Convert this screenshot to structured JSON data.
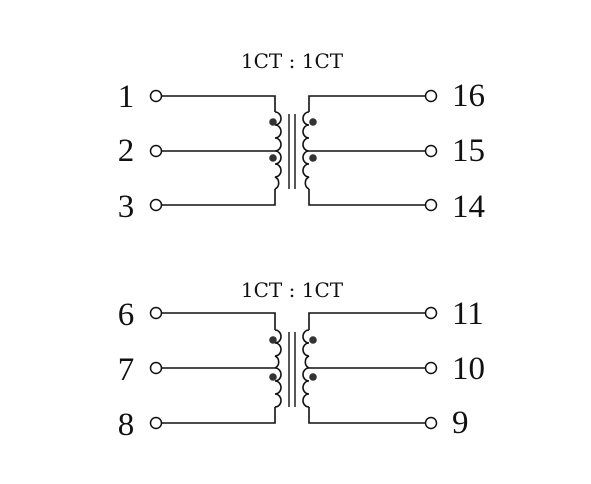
{
  "transformers": [
    {
      "ratio_label": "1CT : 1CT",
      "left_pins": [
        "1",
        "2",
        "3"
      ],
      "right_pins": [
        "16",
        "15",
        "14"
      ]
    },
    {
      "ratio_label": "1CT : 1CT",
      "left_pins": [
        "6",
        "7",
        "8"
      ],
      "right_pins": [
        "11",
        "10",
        "9"
      ]
    }
  ]
}
